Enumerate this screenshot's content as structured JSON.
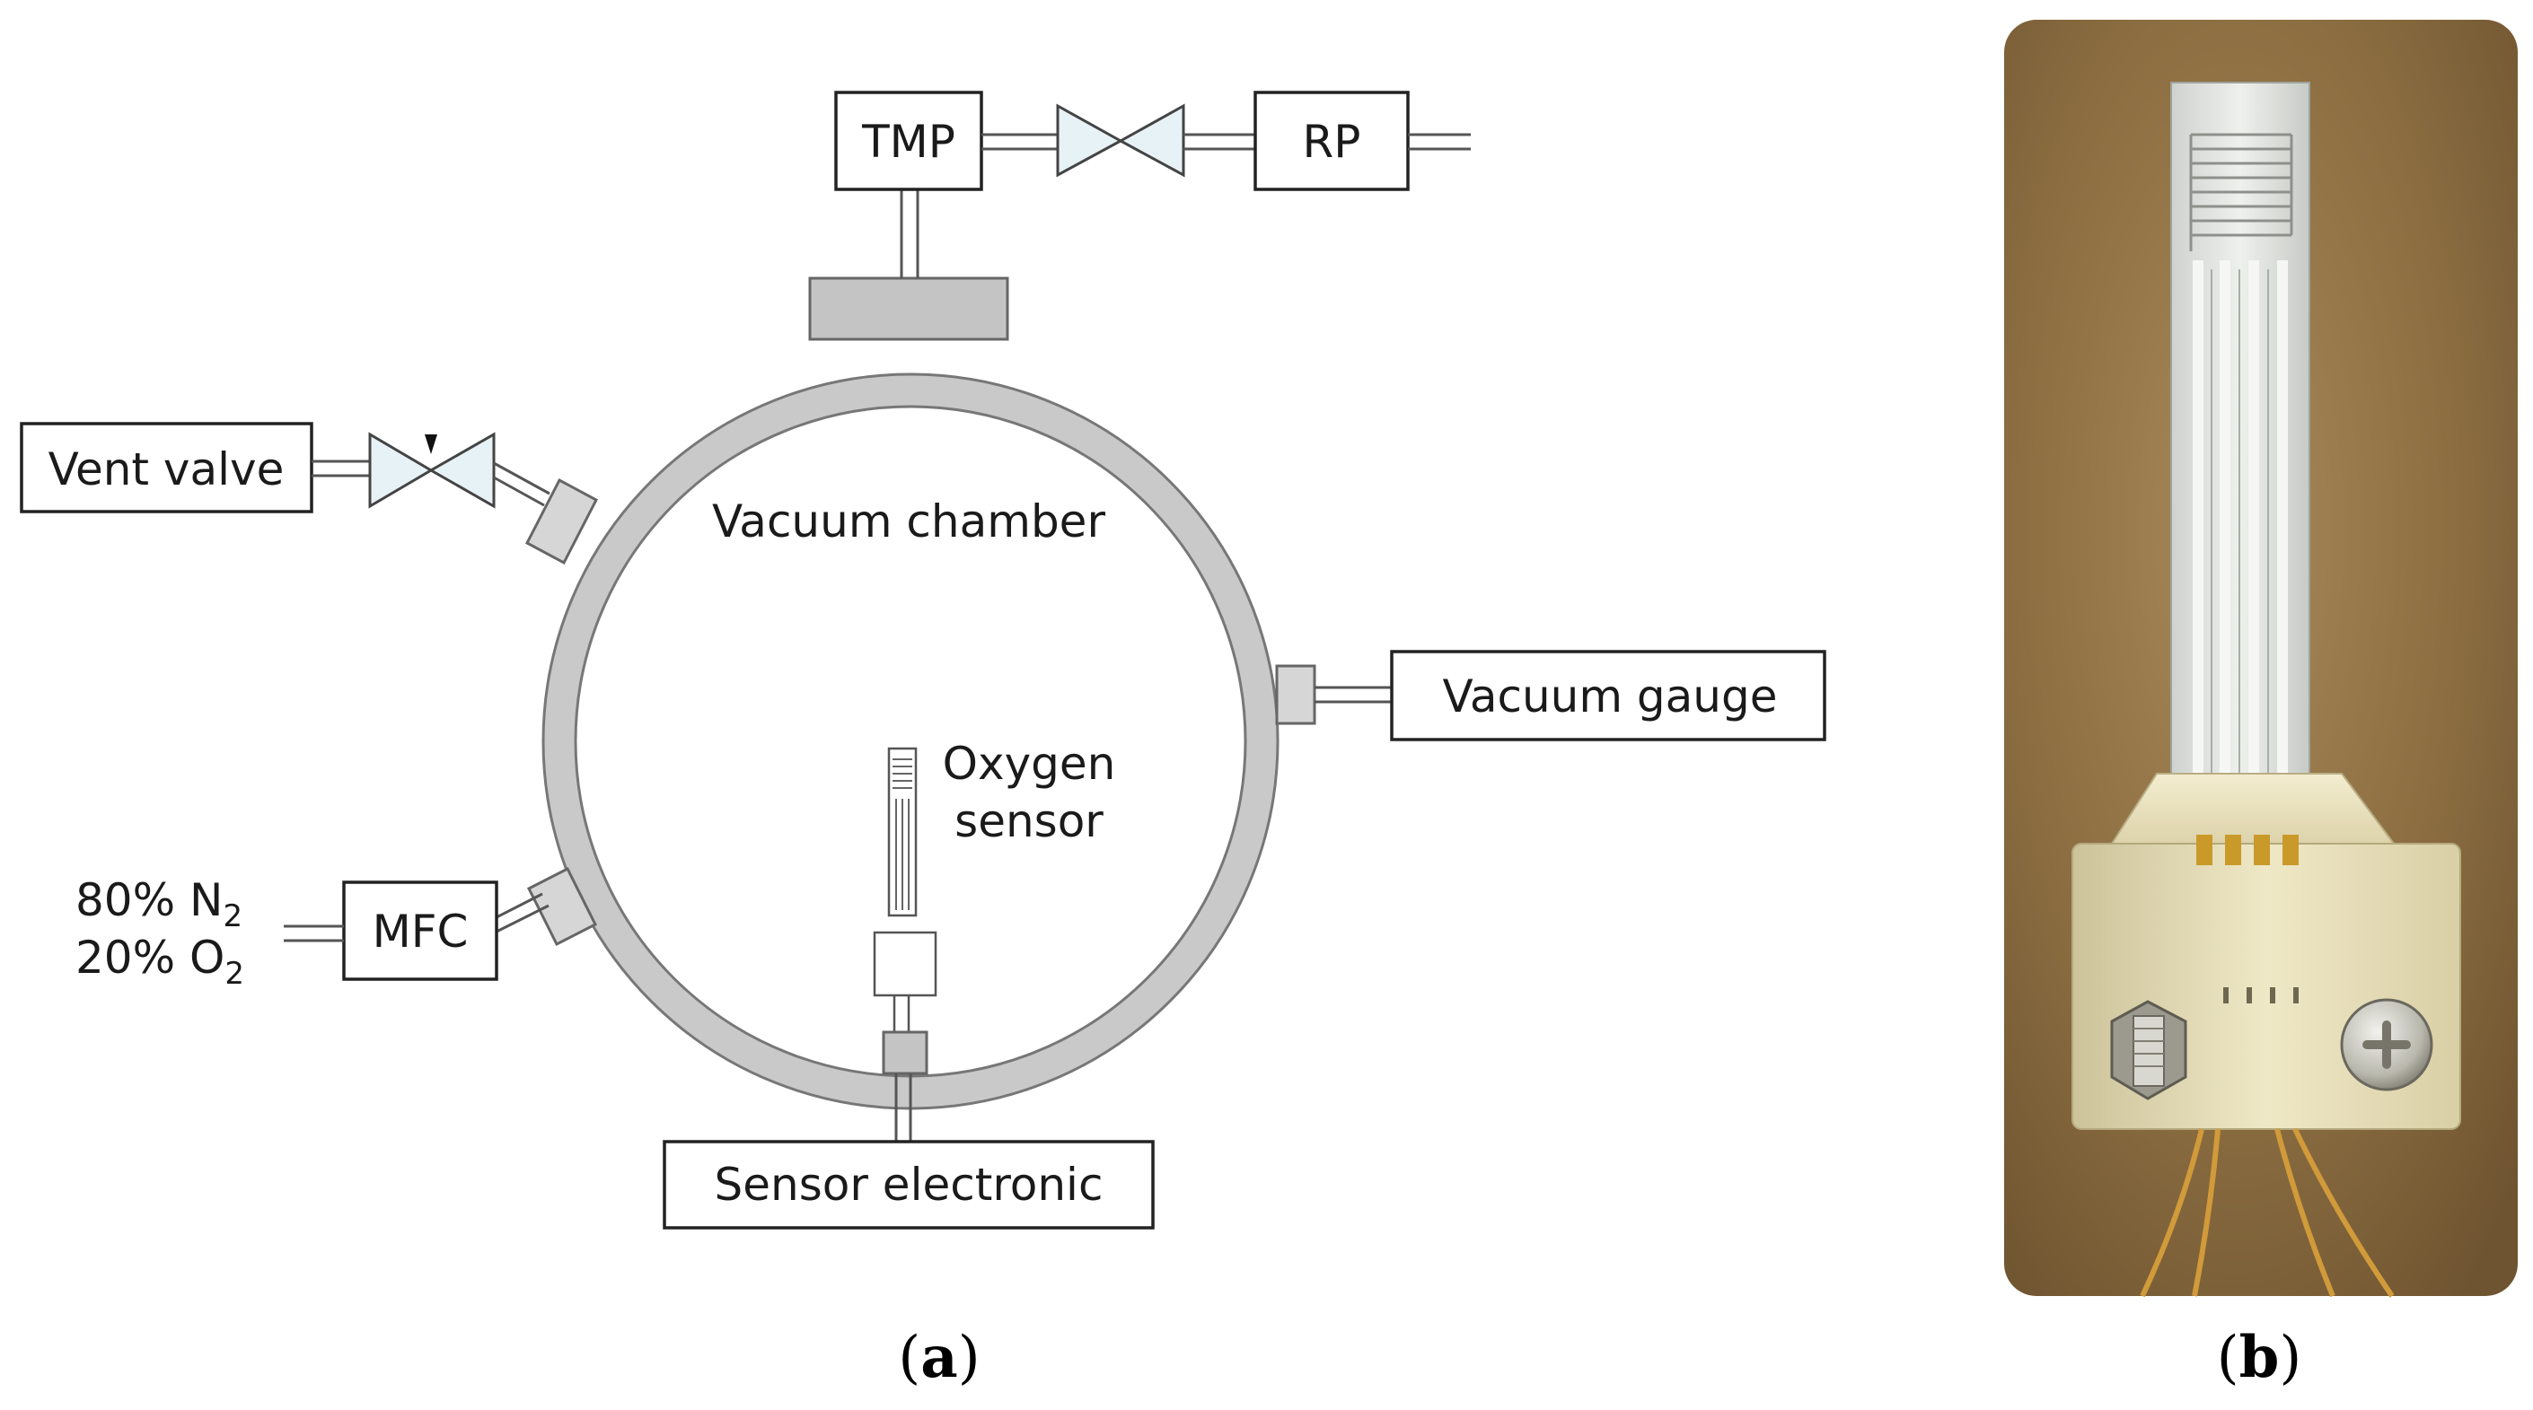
{
  "panel_a": {
    "components": {
      "tmp": "TMP",
      "rp": "RP",
      "vent_valve": "Vent valve",
      "vacuum_chamber": "Vacuum chamber",
      "vacuum_gauge": "Vacuum gauge",
      "oxygen_sensor_line1": "Oxygen",
      "oxygen_sensor_line2": "sensor",
      "mfc": "MFC",
      "sensor_electronic": "Sensor electronic"
    },
    "gas_mix": {
      "line1_prefix": "80% N",
      "line1_sub": "2",
      "line2_prefix": "20% O",
      "line2_sub": "2"
    },
    "caption_open": "(",
    "caption_letter": "a",
    "caption_close": ")"
  },
  "panel_b": {
    "caption_open": "(",
    "caption_letter": "b",
    "caption_close": ")"
  }
}
